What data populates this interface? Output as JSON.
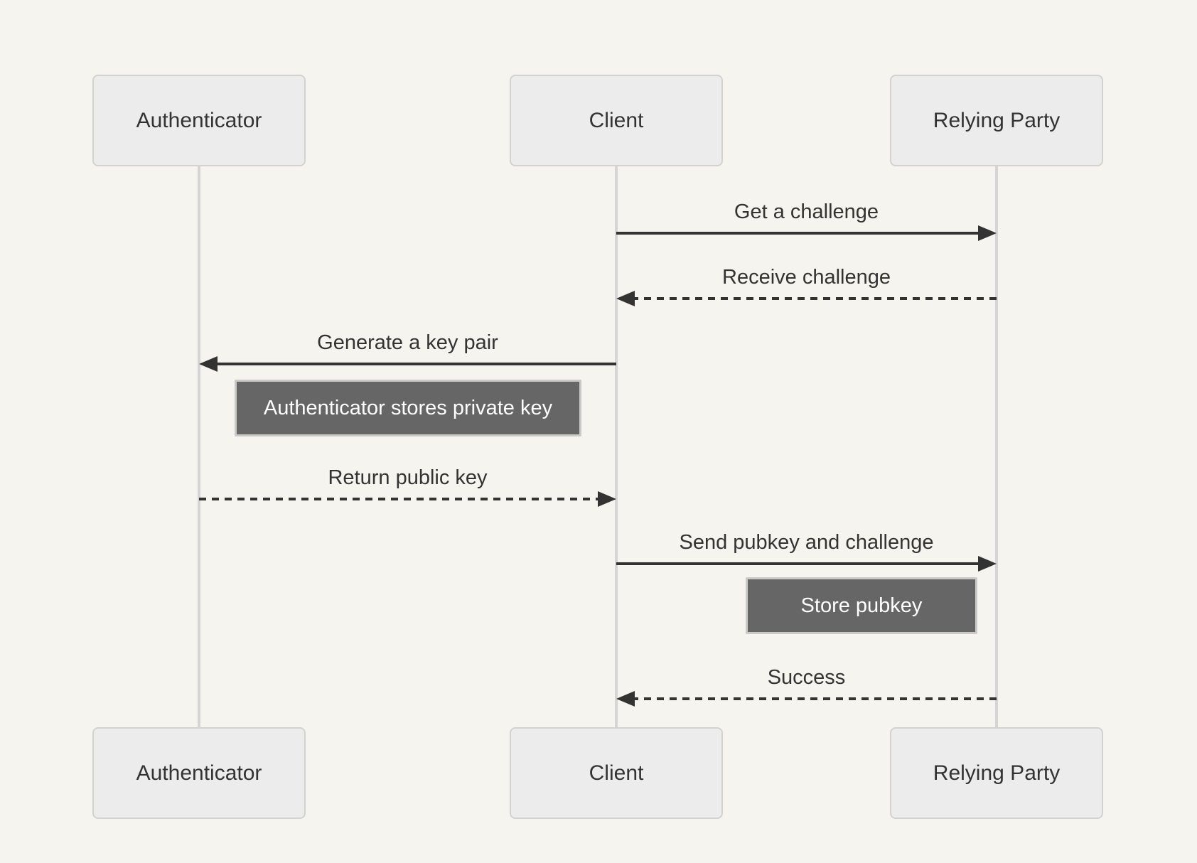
{
  "diagram": {
    "type": "sequence-diagram",
    "actors": [
      {
        "id": "authenticator",
        "label": "Authenticator"
      },
      {
        "id": "client",
        "label": "Client"
      },
      {
        "id": "relying-party",
        "label": "Relying Party"
      }
    ],
    "messages": [
      {
        "from": "Client",
        "to": "Relying Party",
        "label": "Get a challenge",
        "line": "solid",
        "direction": "right"
      },
      {
        "from": "Relying Party",
        "to": "Client",
        "label": "Receive challenge",
        "line": "dashed",
        "direction": "left"
      },
      {
        "from": "Client",
        "to": "Authenticator",
        "label": "Generate a key pair",
        "line": "solid",
        "direction": "left"
      },
      {
        "from": "Authenticator",
        "to": "Client",
        "label": "Return public key",
        "line": "dashed",
        "direction": "right"
      },
      {
        "from": "Client",
        "to": "Relying Party",
        "label": "Send pubkey and challenge",
        "line": "solid",
        "direction": "right"
      },
      {
        "from": "Relying Party",
        "to": "Client",
        "label": "Success",
        "line": "dashed",
        "direction": "left"
      }
    ],
    "notes": [
      {
        "label": "Authenticator stores private key",
        "near": "Authenticator"
      },
      {
        "label": "Store pubkey",
        "near": "Relying Party"
      }
    ],
    "colors": {
      "background": "#f5f4ef",
      "actor_fill": "#ececec",
      "actor_border": "#d2d2d0",
      "text": "#333333",
      "arrow": "#333333",
      "lifeline": "#d5d5d5",
      "note_fill": "#666666",
      "note_border": "#c9c9c7",
      "note_text": "#ffffff"
    }
  }
}
